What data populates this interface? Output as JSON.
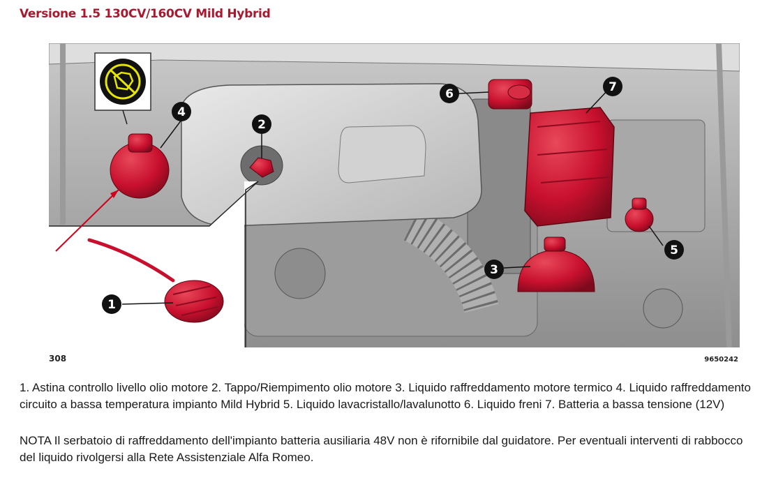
{
  "page": {
    "heading": "Versione 1.5 130CV/160CV Mild Hybrid",
    "page_number": "308",
    "figure_code": "9650242"
  },
  "figure": {
    "callouts": [
      "1",
      "2",
      "3",
      "4",
      "5",
      "6",
      "7"
    ],
    "accent_red": "#c8102e",
    "icon": "engine-coolant-warning-icon"
  },
  "caption": "1. Astina controllo livello olio motore 2. Tappo/Riempimento olio motore 3. Liquido raffreddamento motore termico 4. Liquido raffreddamento circuito a bassa temperatura impianto Mild Hybrid 5. Liquido lavacristallo/lavalunotto 6. Liquido freni 7. Batteria a bassa tensione (12V)",
  "note": "NOTA Il serbatoio di raffreddamento dell'impianto batteria ausiliaria 48V non è rifornibile dal guidatore. Per eventuali interventi di rabbocco del liquido rivolgersi alla Rete Assistenziale Alfa Romeo."
}
